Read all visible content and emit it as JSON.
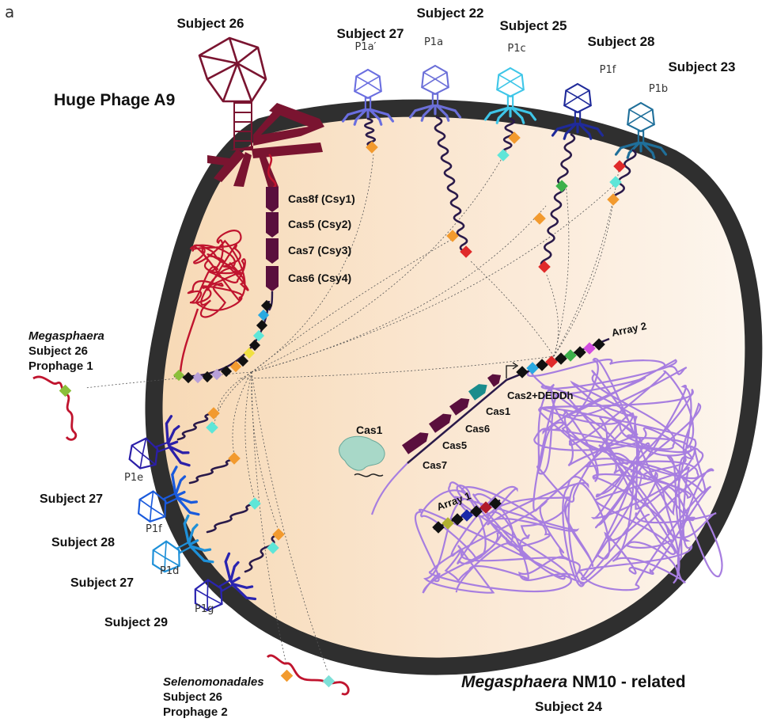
{
  "panel_letter": "a",
  "host": {
    "name_italic": "Megasphaera",
    "name_rest": " NM10 - related",
    "subject": "Subject 24"
  },
  "huge_phage": {
    "label": "Huge Phage A9",
    "subject": "Subject 26",
    "genes": [
      "Cas8f (Csy1)",
      "Cas5 (Csy2)",
      "Cas7 (Csy3)",
      "Cas6 (Csy4)"
    ],
    "gene_color": "#5a0f3d",
    "capsid_color": "#7a1430"
  },
  "top_phages": [
    {
      "subject": "Subject 27",
      "name": "P1a′",
      "color": "#6a6ee0"
    },
    {
      "subject": "Subject 22",
      "name": "P1a",
      "color": "#6b6fd8"
    },
    {
      "subject": "Subject 25",
      "name": "P1c",
      "color": "#3ec6e8"
    },
    {
      "subject": "Subject 28",
      "name": "P1f",
      "color": "#1f2a9a"
    },
    {
      "subject": "Subject 23",
      "name": "P1b",
      "color": "#1f6f9a"
    }
  ],
  "left_phages": [
    {
      "name": "P1e",
      "subject": "Subject 27",
      "color": "#2b1fa8"
    },
    {
      "name": "P1f",
      "subject": "Subject 28",
      "color": "#1a5adc"
    },
    {
      "name": "P1d",
      "subject": "Subject 27",
      "color": "#1e90d8"
    },
    {
      "name": "P1g",
      "subject": "Subject 29",
      "color": "#2a24b0"
    }
  ],
  "prophage1": {
    "genus": "Megasphaera",
    "subject": "Subject 26",
    "name": "Prophage 1"
  },
  "prophage2": {
    "genus": "Selenomonadales",
    "subject": "Subject 26",
    "name": "Prophage 2"
  },
  "host_locus": {
    "genes": [
      "Cas7",
      "Cas5",
      "Cas6",
      "Cas1",
      "Cas2+DEDDh"
    ],
    "array2": "Array 2",
    "array1": "Array 1",
    "free_cas1": "Cas1",
    "gene_color": "#5a0f3d",
    "cas1_color": "#1a8c8c",
    "genome_color": "#a77ee0"
  },
  "colors": {
    "cell_wall": "#2f2f2f",
    "cytoplasm_left": "#f7d9b5",
    "cytoplasm_right": "#fdf6ee",
    "phage_dna": "#2a1a4a",
    "prophage_dna": "#c0142e"
  }
}
